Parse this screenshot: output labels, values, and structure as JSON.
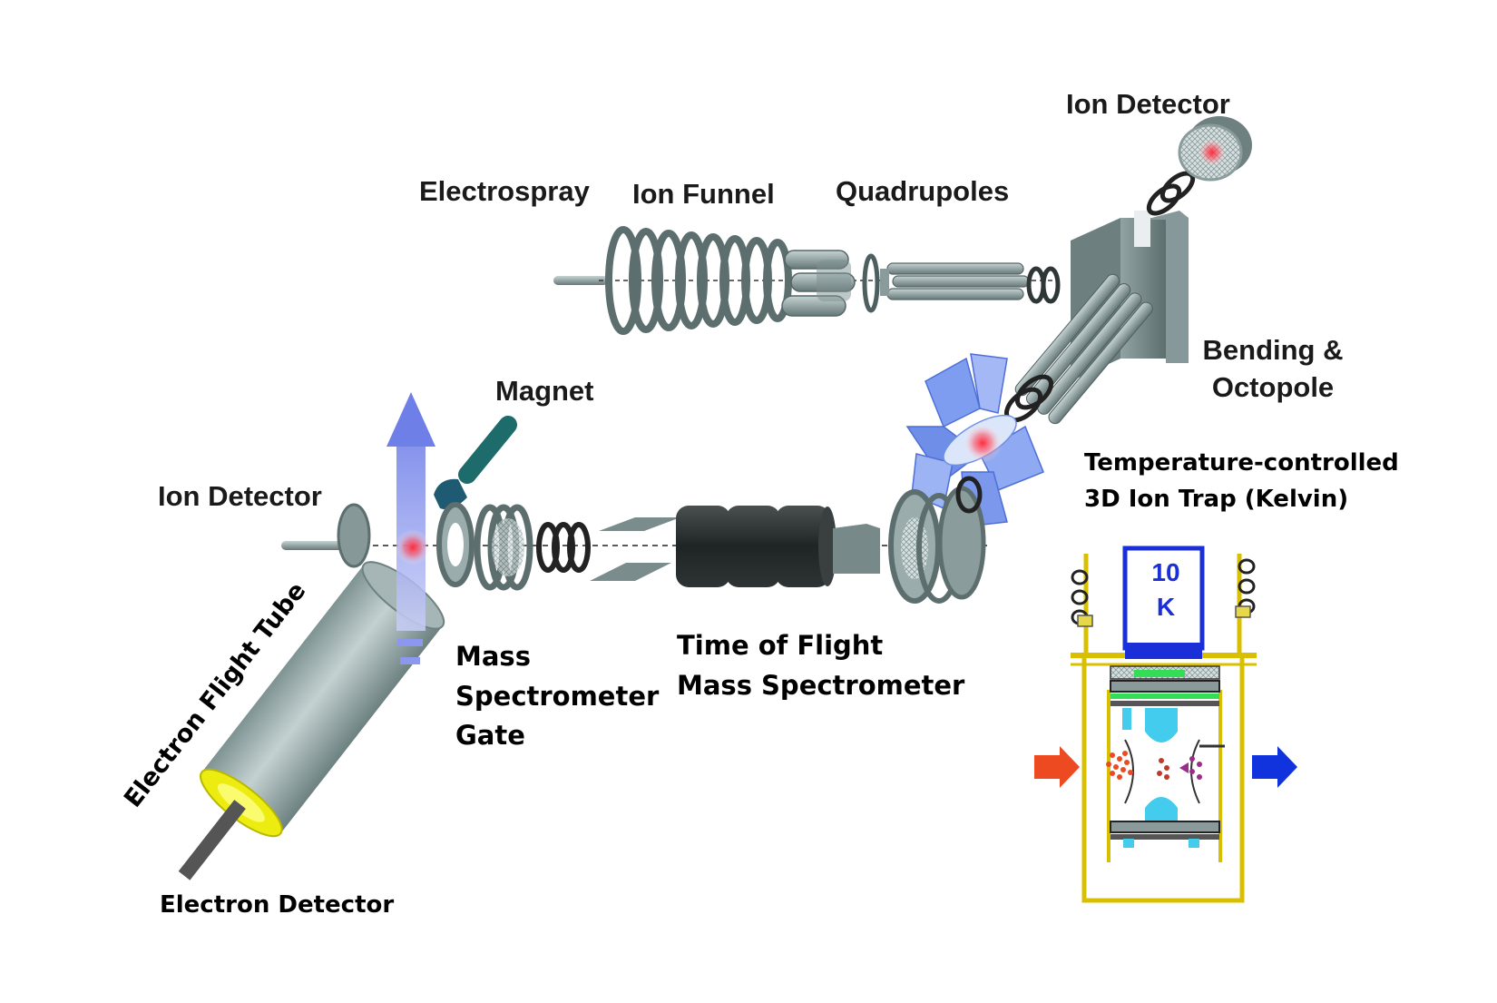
{
  "labels": {
    "ion_detector_top": "Ion Detector",
    "electrospray": "Electrospray",
    "ion_funnel": "Ion Funnel",
    "quadrupoles": "Quadrupoles",
    "bending_line1": "Bending &",
    "bending_line2": "Octopole",
    "magnet": "Magnet",
    "ion_detector_left": "Ion Detector",
    "electron_flight_tube": "Electron Flight Tube",
    "electron_detector": "Electron Detector",
    "msg_line1": "Mass",
    "msg_line2": "Spectrometer",
    "msg_line3": "Gate",
    "tof_line1": "Time of Flight",
    "tof_line2": "Mass Spectrometer",
    "trap_line1": "Temperature-controlled",
    "trap_line2": "3D Ion Trap (Kelvin)",
    "cryo_value": "10",
    "cryo_unit": "K"
  },
  "colors": {
    "metal_dark": "#5c6e6e",
    "metal_light": "#b4c3c3",
    "ion_spot": "#ff2a3a",
    "trap_blue": "#7f9df0",
    "laser_blue": "#8c98ef",
    "magnet_teal": "#1d6b6b",
    "detector_yellow": "#ecec10",
    "schematic_frame": "#d8c000",
    "arrow_in": "#ee4a22",
    "arrow_out": "#1133dd"
  }
}
